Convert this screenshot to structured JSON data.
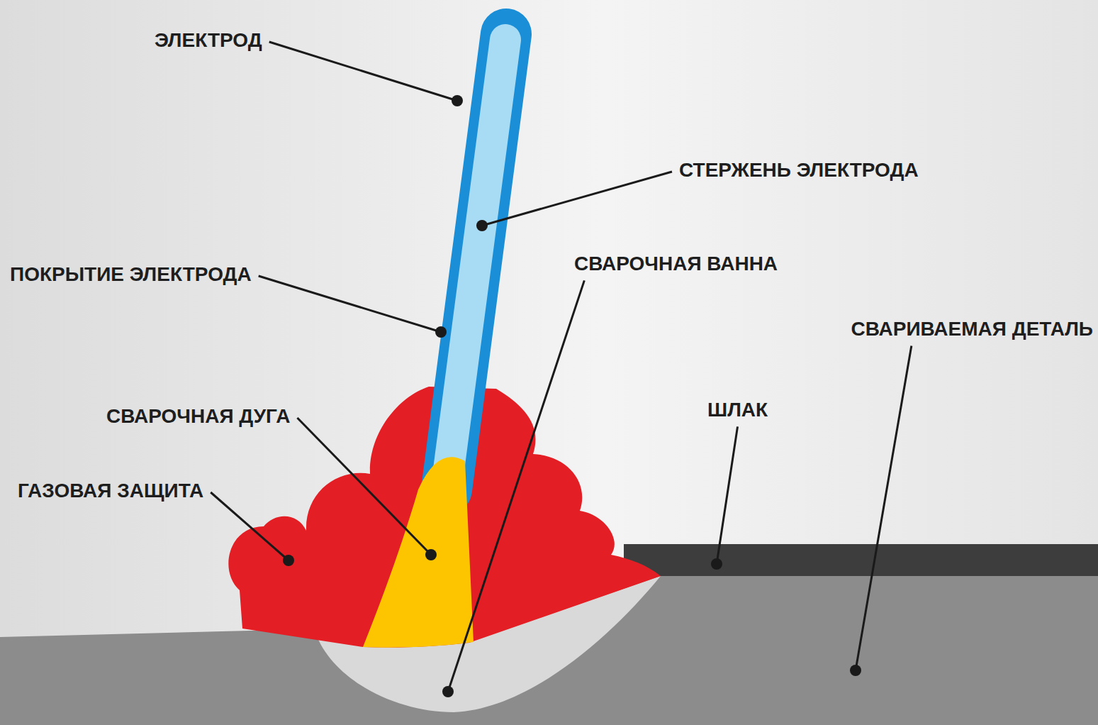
{
  "diagram": {
    "labels": [
      "ЭЛЕКТРОД",
      "СТЕРЖЕНЬ ЭЛЕКТРОДА",
      "ПОКРЫТИЕ ЭЛЕКТРОДА",
      "СВАРОЧНАЯ ВАННА",
      "СВАРИВАЕМАЯ ДЕТАЛЬ",
      "ШЛАК",
      "СВАРОЧНАЯ ДУГА",
      "ГАЗОВАЯ ЗАЩИТА"
    ]
  }
}
